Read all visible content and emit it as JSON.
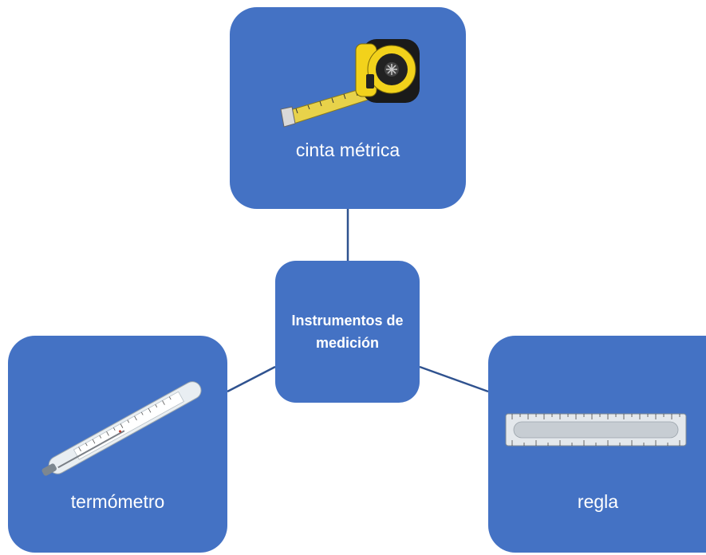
{
  "diagram": {
    "center": {
      "label": "Instrumentos de medición"
    },
    "nodes": [
      {
        "id": "top",
        "label": "cinta métrica",
        "icon": "tape-measure-icon"
      },
      {
        "id": "left",
        "label": "termómetro",
        "icon": "thermometer-icon"
      },
      {
        "id": "right",
        "label": "regla",
        "icon": "ruler-icon"
      }
    ],
    "colors": {
      "node_fill": "#4472c4",
      "connector": "#2f528f",
      "text": "#ffffff"
    }
  }
}
